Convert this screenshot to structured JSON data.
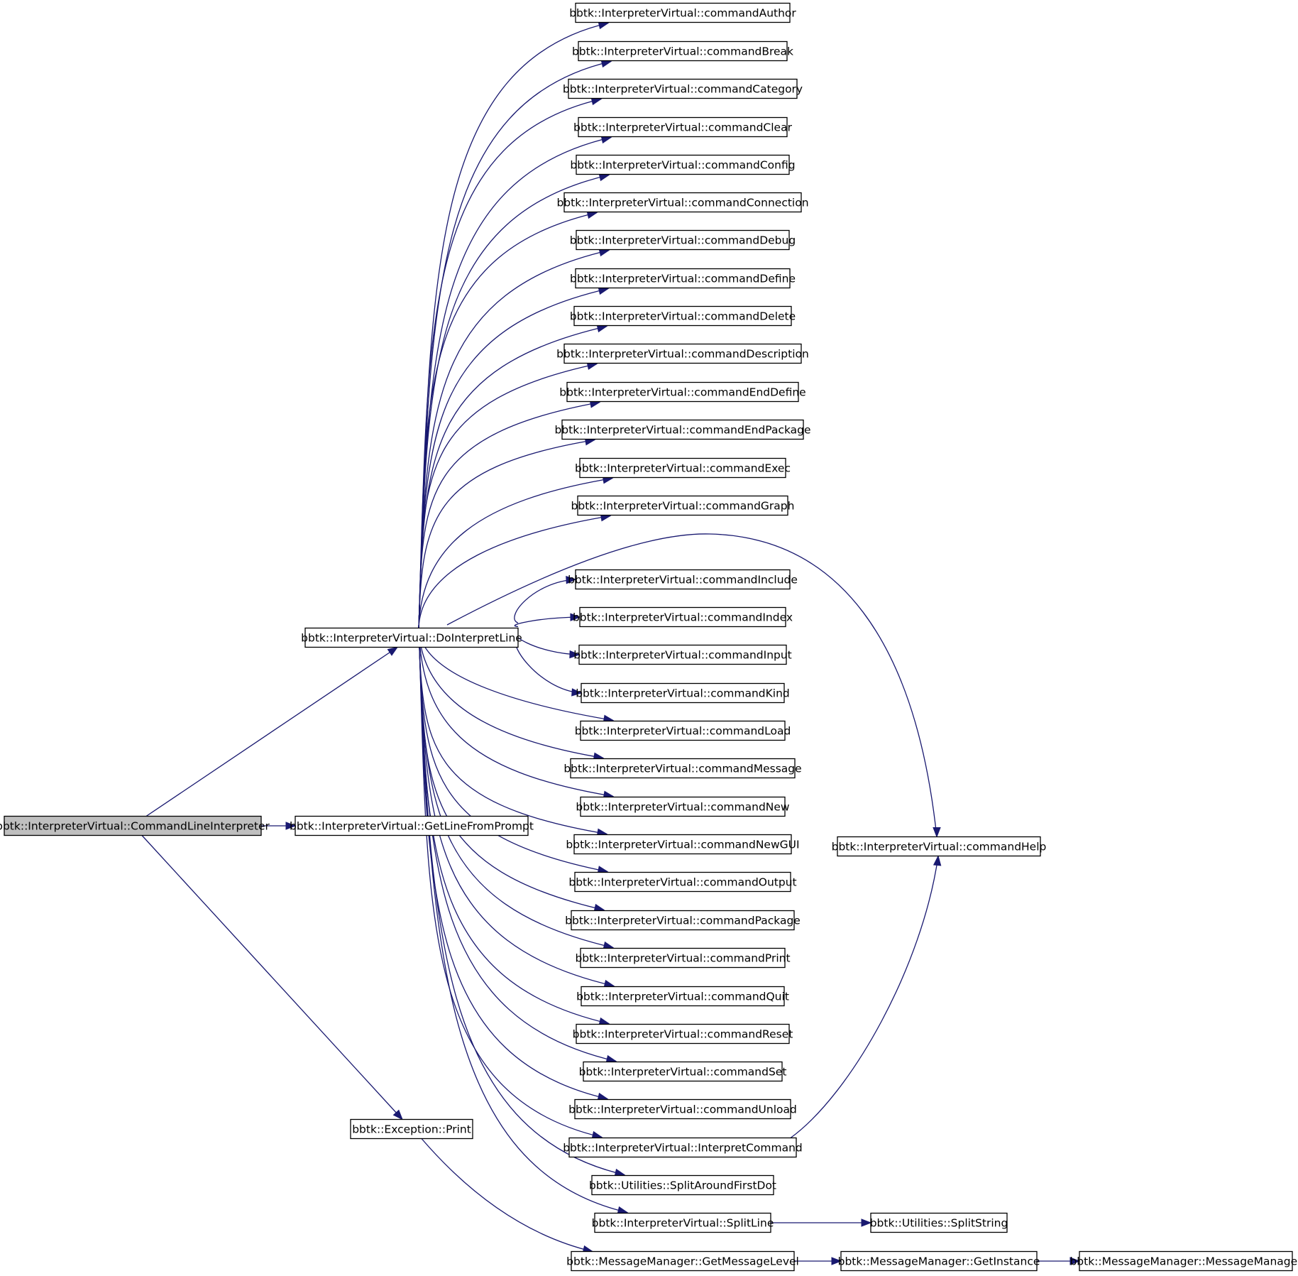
{
  "diagram": {
    "edge_color": "#191970",
    "root_fill": "#bfbfbf",
    "nodes": [
      {
        "id": "cli",
        "label": "bbtk::InterpreterVirtual::CommandLineInterpreter",
        "root": true
      },
      {
        "id": "doi",
        "label": "bbtk::InterpreterVirtual::DoInterpretLine"
      },
      {
        "id": "glp",
        "label": "bbtk::InterpreterVirtual::GetLineFromPrompt"
      },
      {
        "id": "exp",
        "label": "bbtk::Exception::Print"
      },
      {
        "id": "author",
        "label": "bbtk::InterpreterVirtual::commandAuthor"
      },
      {
        "id": "break",
        "label": "bbtk::InterpreterVirtual::commandBreak"
      },
      {
        "id": "category",
        "label": "bbtk::InterpreterVirtual::commandCategory"
      },
      {
        "id": "clear",
        "label": "bbtk::InterpreterVirtual::commandClear"
      },
      {
        "id": "config",
        "label": "bbtk::InterpreterVirtual::commandConfig"
      },
      {
        "id": "connection",
        "label": "bbtk::InterpreterVirtual::commandConnection"
      },
      {
        "id": "debug",
        "label": "bbtk::InterpreterVirtual::commandDebug"
      },
      {
        "id": "define",
        "label": "bbtk::InterpreterVirtual::commandDefine"
      },
      {
        "id": "delete",
        "label": "bbtk::InterpreterVirtual::commandDelete"
      },
      {
        "id": "description",
        "label": "bbtk::InterpreterVirtual::commandDescription"
      },
      {
        "id": "enddefine",
        "label": "bbtk::InterpreterVirtual::commandEndDefine"
      },
      {
        "id": "endpackage",
        "label": "bbtk::InterpreterVirtual::commandEndPackage"
      },
      {
        "id": "exec",
        "label": "bbtk::InterpreterVirtual::commandExec"
      },
      {
        "id": "graph",
        "label": "bbtk::InterpreterVirtual::commandGraph"
      },
      {
        "id": "include",
        "label": "bbtk::InterpreterVirtual::commandInclude"
      },
      {
        "id": "index",
        "label": "bbtk::InterpreterVirtual::commandIndex"
      },
      {
        "id": "input",
        "label": "bbtk::InterpreterVirtual::commandInput"
      },
      {
        "id": "kind",
        "label": "bbtk::InterpreterVirtual::commandKind"
      },
      {
        "id": "load",
        "label": "bbtk::InterpreterVirtual::commandLoad"
      },
      {
        "id": "message",
        "label": "bbtk::InterpreterVirtual::commandMessage"
      },
      {
        "id": "new",
        "label": "bbtk::InterpreterVirtual::commandNew"
      },
      {
        "id": "newgui",
        "label": "bbtk::InterpreterVirtual::commandNewGUI"
      },
      {
        "id": "output",
        "label": "bbtk::InterpreterVirtual::commandOutput"
      },
      {
        "id": "package",
        "label": "bbtk::InterpreterVirtual::commandPackage"
      },
      {
        "id": "print",
        "label": "bbtk::InterpreterVirtual::commandPrint"
      },
      {
        "id": "quit",
        "label": "bbtk::InterpreterVirtual::commandQuit"
      },
      {
        "id": "reset",
        "label": "bbtk::InterpreterVirtual::commandReset"
      },
      {
        "id": "set",
        "label": "bbtk::InterpreterVirtual::commandSet"
      },
      {
        "id": "unload",
        "label": "bbtk::InterpreterVirtual::commandUnload"
      },
      {
        "id": "interpret",
        "label": "bbtk::InterpreterVirtual::InterpretCommand"
      },
      {
        "id": "splitdot",
        "label": "bbtk::Utilities::SplitAroundFirstDot"
      },
      {
        "id": "splitline",
        "label": "bbtk::InterpreterVirtual::SplitLine"
      },
      {
        "id": "gml",
        "label": "bbtk::MessageManager::GetMessageLevel"
      },
      {
        "id": "help",
        "label": "bbtk::InterpreterVirtual::commandHelp"
      },
      {
        "id": "splitstring",
        "label": "bbtk::Utilities::SplitString"
      },
      {
        "id": "getinstance",
        "label": "bbtk::MessageManager::GetInstance"
      },
      {
        "id": "mm",
        "label": "bbtk::MessageManager::MessageManager"
      }
    ],
    "edges": [
      [
        "cli",
        "doi"
      ],
      [
        "cli",
        "glp"
      ],
      [
        "cli",
        "exp"
      ],
      [
        "doi",
        "author"
      ],
      [
        "doi",
        "break"
      ],
      [
        "doi",
        "category"
      ],
      [
        "doi",
        "clear"
      ],
      [
        "doi",
        "config"
      ],
      [
        "doi",
        "connection"
      ],
      [
        "doi",
        "debug"
      ],
      [
        "doi",
        "define"
      ],
      [
        "doi",
        "delete"
      ],
      [
        "doi",
        "description"
      ],
      [
        "doi",
        "enddefine"
      ],
      [
        "doi",
        "endpackage"
      ],
      [
        "doi",
        "exec"
      ],
      [
        "doi",
        "graph"
      ],
      [
        "doi",
        "help"
      ],
      [
        "doi",
        "include"
      ],
      [
        "doi",
        "index"
      ],
      [
        "doi",
        "input"
      ],
      [
        "doi",
        "kind"
      ],
      [
        "doi",
        "load"
      ],
      [
        "doi",
        "message"
      ],
      [
        "doi",
        "new"
      ],
      [
        "doi",
        "newgui"
      ],
      [
        "doi",
        "output"
      ],
      [
        "doi",
        "package"
      ],
      [
        "doi",
        "print"
      ],
      [
        "doi",
        "quit"
      ],
      [
        "doi",
        "reset"
      ],
      [
        "doi",
        "set"
      ],
      [
        "doi",
        "unload"
      ],
      [
        "doi",
        "interpret"
      ],
      [
        "doi",
        "splitdot"
      ],
      [
        "doi",
        "splitline"
      ],
      [
        "interpret",
        "help"
      ],
      [
        "splitline",
        "splitstring"
      ],
      [
        "exp",
        "gml"
      ],
      [
        "gml",
        "getinstance"
      ],
      [
        "getinstance",
        "mm"
      ]
    ]
  }
}
